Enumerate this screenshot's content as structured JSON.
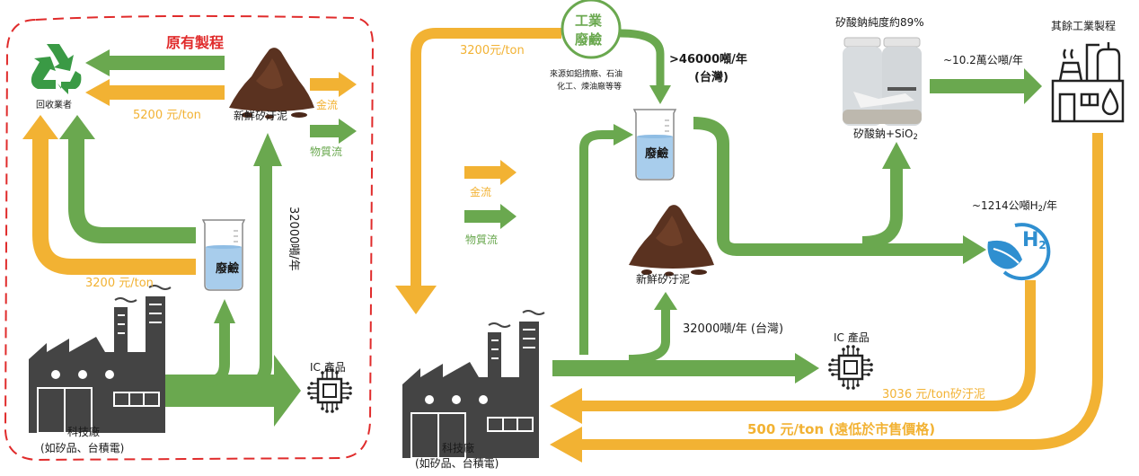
{
  "colors": {
    "money_flow": "#f2b233",
    "material_flow": "#6aa84f",
    "frame_dashed": "#e02b2b",
    "factory_gray": "#444444",
    "sludge_brown": "#5a3220",
    "recycle_green": "#3a9a45",
    "hydrogen_blue": "#2f8fd0",
    "liquid_blue": "#a8cdec"
  },
  "left_panel": {
    "title": "原有製程",
    "recycler_label": "回收業者",
    "sludge_label": "新鮮矽汙泥",
    "legend_money": "金流",
    "legend_material": "物質流",
    "price_top": "5200 元/ton",
    "price_bottom": "3200 元/ton",
    "volume_vertical": "32000噸/年",
    "waste_alkali_label": "廢鹼",
    "ic_label": "IC 產品",
    "factory_label_line1": "科技廠",
    "factory_label_line2": "(如矽品、台積電)"
  },
  "right_panel": {
    "industrial_alkali_line1": "工業",
    "industrial_alkali_line2": "廢鹼",
    "source_line1": "來源如鋁擠廠、石油",
    "source_line2": "化工、煉油廠等等",
    "price_alkali": "3200元/ton",
    "volume_alkali_line1": ">46000噸/年",
    "volume_alkali_line2": "(台灣)",
    "legend_money": "金流",
    "legend_material": "物質流",
    "waste_alkali_label": "廢鹼",
    "sludge_label": "新鮮矽汙泥",
    "volume_sludge": "32000噸/年 (台灣)",
    "silicate_purity": "矽酸鈉純度約89%",
    "silicate_label_main": "矽酸鈉+SiO",
    "silicate_label_sub": "2",
    "silicate_volume": "~10.2萬公噸/年",
    "other_industry_label": "其餘工業製程",
    "hydrogen_volume_pre": "~1214公噸H",
    "hydrogen_volume_sub": "2",
    "hydrogen_volume_post": "/年",
    "hydrogen_icon_text": "H",
    "hydrogen_icon_sub": "2",
    "ic_label": "IC 產品",
    "price_sludge": "3036 元/ton矽汙泥",
    "price_silicate": "500 元/ton (遠低於市售價格)",
    "factory_label_line1": "科技廠",
    "factory_label_line2": "(如矽品、台積電)"
  }
}
